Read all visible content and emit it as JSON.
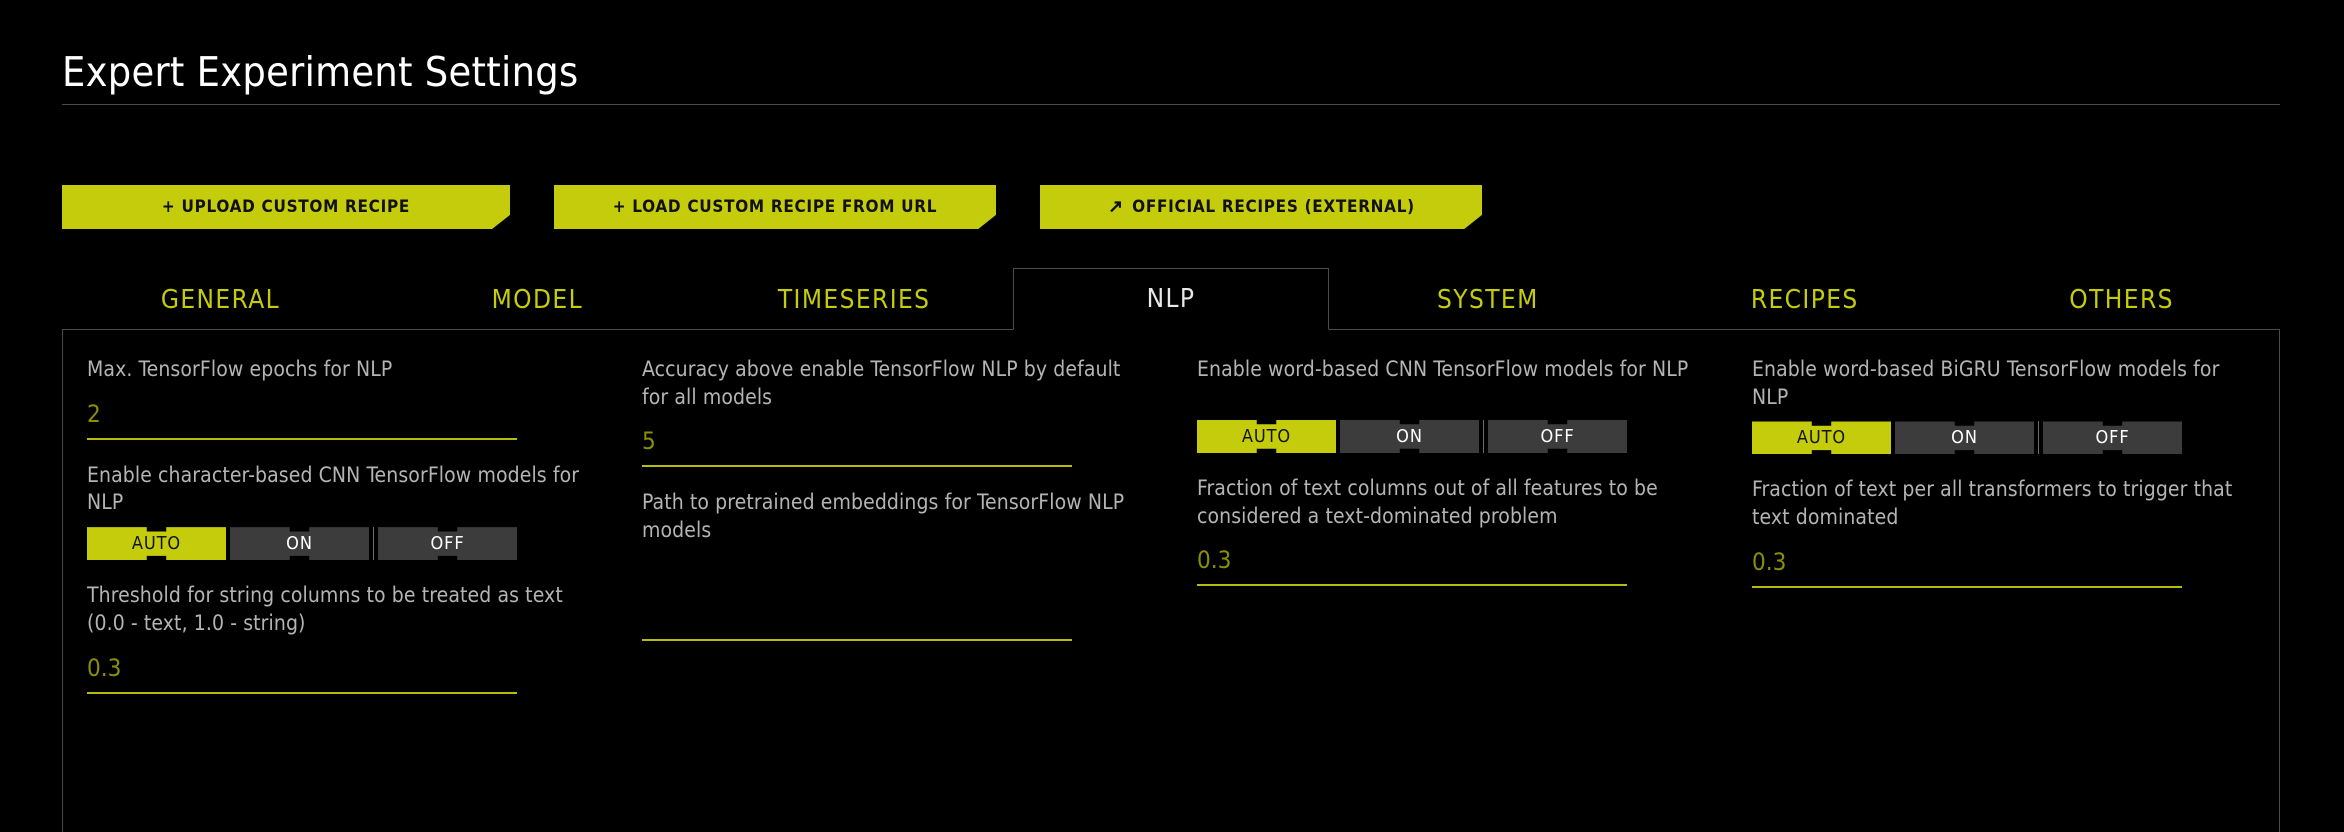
{
  "page": {
    "title": "Expert Experiment Settings"
  },
  "colors": {
    "accent": "#c4cc0b",
    "value_text": "#8a8f06",
    "label_text": "#b4b4b4",
    "background": "#000000",
    "toggle_off": "#3c3c3c",
    "border": "#4a4a4a"
  },
  "actions": [
    {
      "label": "+ Upload Custom Recipe",
      "icon": null
    },
    {
      "label": "+ Load Custom Recipe from URL",
      "icon": null
    },
    {
      "label": "Official Recipes (External)",
      "icon": "external-link-arrow-icon"
    }
  ],
  "tabs": [
    {
      "label": "General",
      "active": false
    },
    {
      "label": "Model",
      "active": false
    },
    {
      "label": "Timeseries",
      "active": false
    },
    {
      "label": "NLP",
      "active": true
    },
    {
      "label": "System",
      "active": false
    },
    {
      "label": "Recipes",
      "active": false
    },
    {
      "label": "Others",
      "active": false
    }
  ],
  "toggle_options": {
    "auto": "AUTO",
    "on": "ON",
    "off": "OFF"
  },
  "columns": [
    {
      "fields": [
        {
          "kind": "text",
          "label": "Max. TensorFlow epochs for NLP",
          "value": "2",
          "placeholder": ""
        },
        {
          "kind": "toggle",
          "label": "Enable character-based CNN TensorFlow models for NLP",
          "selected": "AUTO"
        },
        {
          "kind": "text",
          "label": "Threshold for string columns to be treated as text (0.0 - text, 1.0 - string)",
          "value": "0.3",
          "placeholder": ""
        }
      ]
    },
    {
      "fields": [
        {
          "kind": "text",
          "label": "Accuracy above enable TensorFlow NLP by default for all models",
          "value": "5",
          "placeholder": ""
        },
        {
          "kind": "text",
          "label": "Path to pretrained embeddings for TensorFlow NLP models",
          "value": "",
          "placeholder": ""
        }
      ]
    },
    {
      "fields": [
        {
          "kind": "toggle",
          "label": "Enable word-based CNN TensorFlow models for NLP",
          "selected": "AUTO"
        },
        {
          "kind": "text",
          "label": "Fraction of text columns out of all features to be considered a text-dominated problem",
          "value": "0.3",
          "placeholder": ""
        }
      ]
    },
    {
      "fields": [
        {
          "kind": "toggle",
          "label": "Enable word-based BiGRU TensorFlow models for NLP",
          "selected": "AUTO"
        },
        {
          "kind": "text",
          "label": "Fraction of text per all transformers to trigger that text dominated",
          "value": "0.3",
          "placeholder": ""
        }
      ]
    }
  ]
}
